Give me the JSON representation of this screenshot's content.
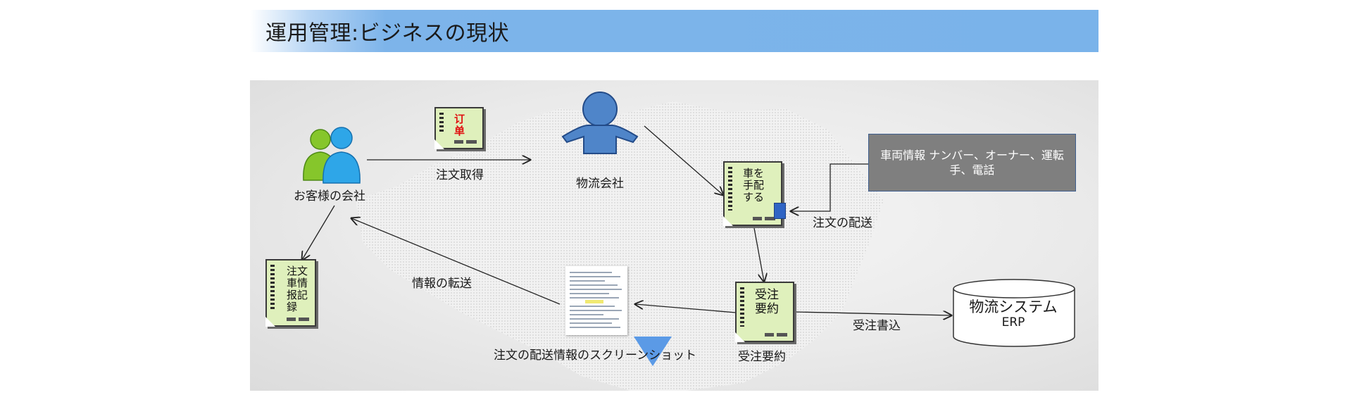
{
  "header": {
    "title": "運用管理:ビジネスの現状"
  },
  "diagram": {
    "customer_label": "お客様の会社",
    "order_note": "订\n单",
    "order_get_label": "注文取得",
    "logistics_label": "物流会社",
    "arrange_note": "車を\n手配\nする",
    "vehicle_info": "車両情報 ナンバー、オーナー、運転手、電話",
    "delivery_label": "注文の配送",
    "record_note": "注文\n車情\n报記\n録",
    "transfer_label": "情報の転送",
    "summary_note": "受注\n要約",
    "summary_label": "受注要約",
    "screenshot_label": "注文の配送情報のスクリーンショット",
    "write_label": "受注書込",
    "db_title": "物流システム",
    "db_sub": "ERP"
  },
  "colors": {
    "title_bar": "#7ab3ea",
    "note_fill": "#dff0bc",
    "vehicle_box": "#7f7f7f",
    "accent_blue": "#2f64c4"
  },
  "icons": [
    "people-icon",
    "person-icon",
    "database-icon",
    "play-icon"
  ]
}
